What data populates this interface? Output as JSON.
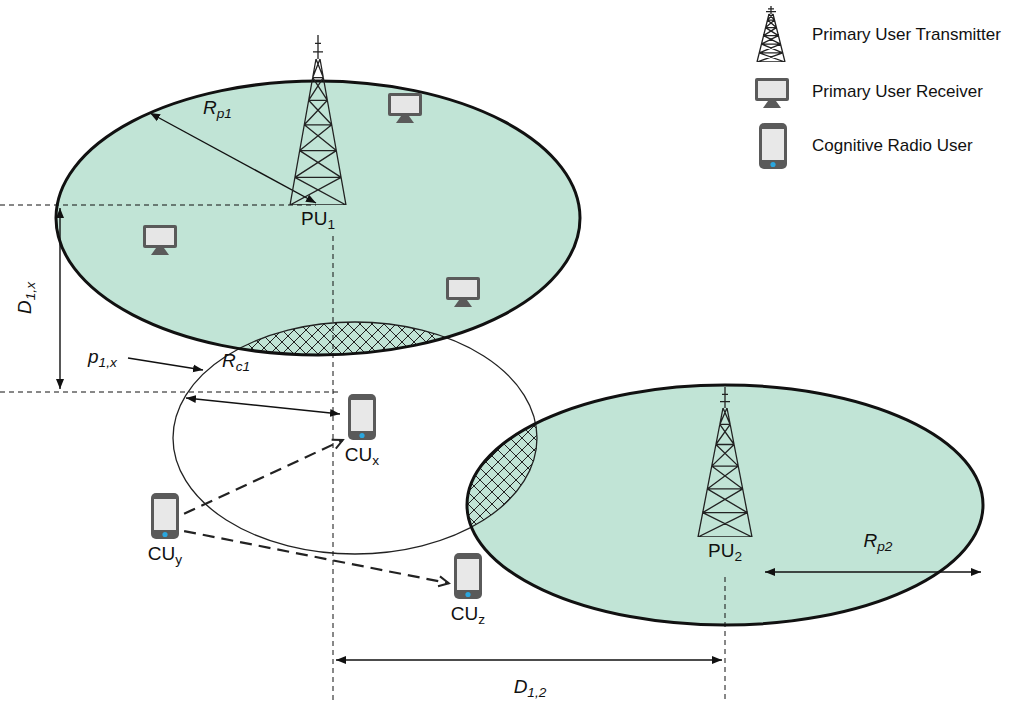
{
  "diagram": {
    "nodes": [
      {
        "text": [
          "PU1"
        ]
      },
      {
        "text": [
          "CUx"
        ]
      },
      {
        "text": [
          "PU2"
        ]
      },
      {
        "text": [
          "CUy"
        ]
      },
      {
        "text": [
          "CUz"
        ]
      }
    ],
    "edges": [
      {
        "from": 3,
        "to": 1,
        "arrow": "to"
      },
      {
        "from": 3,
        "to": 4,
        "arrow": "to"
      }
    ],
    "labels": [
      "Rp1",
      "D1,x",
      "p1,x",
      "Rc1",
      "Rp2",
      "D1,2"
    ],
    "legend": [
      {
        "text": "Primary User Transmitter"
      },
      {
        "text": "Primary User Receiver"
      },
      {
        "text": "Cognitive Radio User"
      }
    ]
  }
}
